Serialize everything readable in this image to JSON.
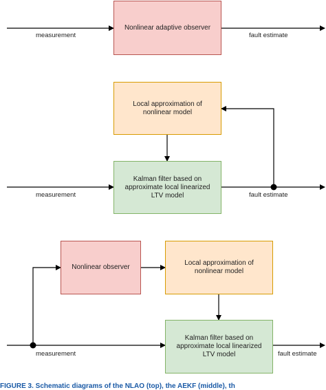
{
  "top": {
    "block": "Nonlinear adaptive observer",
    "input_label": "measurement",
    "output_label": "fault estimate"
  },
  "middle": {
    "approx_block": "Local approximation of nonlinear model",
    "kalman_block": "Kalman filter based on approximate local linearized LTV model",
    "input_label": "measurement",
    "output_label": "fault estimate"
  },
  "bottom": {
    "observer_block": "Nonlinear observer",
    "approx_block": "Local approximation of nonlinear model",
    "kalman_block": "Kalman filter based on approximate local linearized LTV model",
    "input_label": "measurement",
    "output_label": "fault estimate"
  },
  "caption": "FIGURE 3. Schematic diagrams of the NLAO (top), the AEKF (middle), th"
}
